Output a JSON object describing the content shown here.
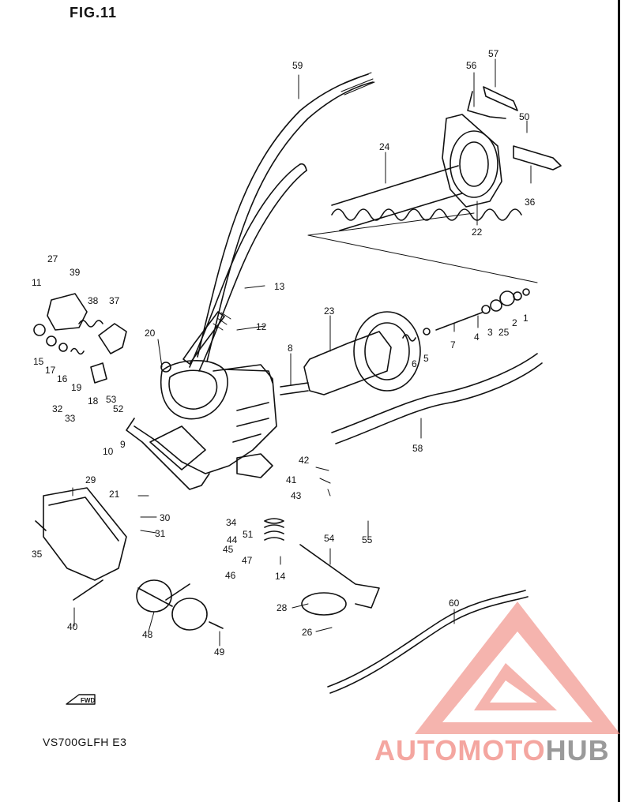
{
  "figure": {
    "title": "FIG.11",
    "model": "VS700GLFH E3"
  },
  "parts": [
    "1",
    "2",
    "3",
    "4",
    "5",
    "6",
    "7",
    "8",
    "9",
    "10",
    "11",
    "12",
    "13",
    "14",
    "15",
    "16",
    "17",
    "18",
    "19",
    "20",
    "21",
    "22",
    "23",
    "24",
    "25",
    "26",
    "27",
    "28",
    "29",
    "30",
    "31",
    "32",
    "33",
    "34",
    "35",
    "36",
    "37",
    "38",
    "39",
    "40",
    "41",
    "42",
    "43",
    "44",
    "45",
    "46",
    "47",
    "48",
    "49",
    "50",
    "51",
    "52",
    "53",
    "54",
    "55",
    "56",
    "57",
    "58",
    "59",
    "60"
  ],
  "direction_marker": {
    "label": "FWD"
  },
  "watermark": {
    "text_colored": "AUTOMOTO",
    "text_gray": "HUB",
    "logo_color": "#f08a80",
    "gray_color": "#8a8a8a"
  }
}
